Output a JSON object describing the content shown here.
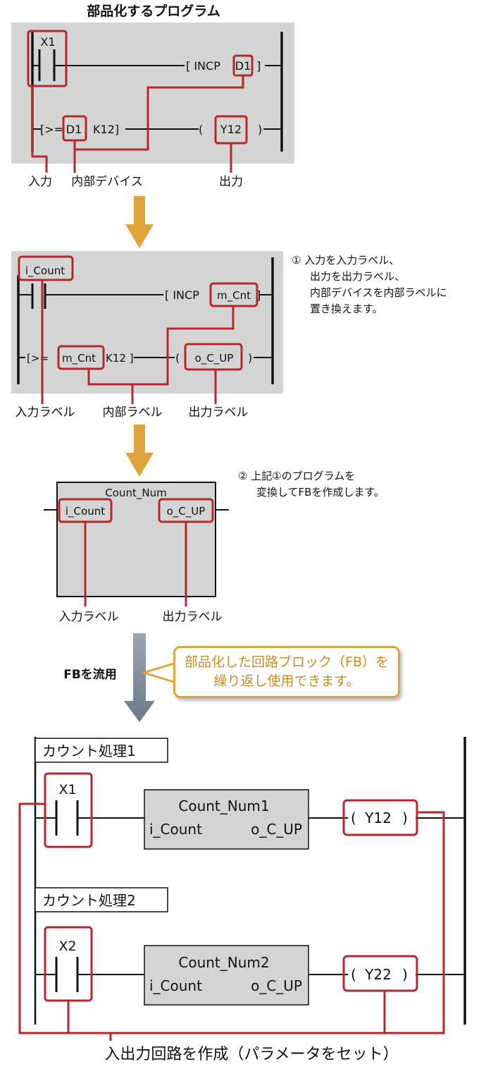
{
  "section1": {
    "title": "部品化するプログラム",
    "contact": "X1",
    "incp": "[ INCP",
    "incp_operand": "D1",
    "incp_close": "]",
    "cmp_open": "[>=",
    "cmp_operand": "D1",
    "cmp_const": "K12]",
    "coil_open": "(",
    "coil": "Y12",
    "coil_close": ")",
    "label_input": "入力",
    "label_internal": "内部デバイス",
    "label_output": "出力"
  },
  "section2": {
    "contact_label": "i_Count",
    "incp": "[ INCP",
    "incp_operand": "m_Cnt",
    "incp_close": "]",
    "cmp_open": "[>=",
    "cmp_operand": "m_Cnt",
    "cmp_const": "K12 ]",
    "coil_open": "(",
    "coil": "o_C_UP",
    "coil_close": ")",
    "label_input": "入力ラベル",
    "label_internal": "内部ラベル",
    "label_output": "出力ラベル",
    "note_lines": [
      "① 入力を入力ラベル、",
      "出力を出力ラベル、",
      "内部デバイスを内部ラベルに",
      "置き換えます。"
    ]
  },
  "section3": {
    "fb_name": "Count_Num",
    "fb_in": "i_Count",
    "fb_out": "o_C_UP",
    "label_input": "入力ラベル",
    "label_output": "出力ラベル",
    "note_lines": [
      "② 上記①のプログラムを",
      "変換してFBを作成します。"
    ]
  },
  "reuse": {
    "label": "FBを流用",
    "callout_lines": [
      "部品化した回路ブロック（FB）を",
      "繰り返し使用できます。"
    ]
  },
  "section4": {
    "blocks": [
      {
        "title": "カウント処理1",
        "contact": "X1",
        "fb_name": "Count_Num1",
        "fb_in": "i_Count",
        "fb_out": "o_C_UP",
        "coil": "Y12"
      },
      {
        "title": "カウント処理2",
        "contact": "X2",
        "fb_name": "Count_Num2",
        "fb_in": "i_Count",
        "fb_out": "o_C_UP",
        "coil": "Y22"
      }
    ],
    "coil_open": "(",
    "coil_close": ")",
    "caption": "入出力回路を作成（パラメータをセット）"
  },
  "colors": {
    "highlight": "#b5262d",
    "panel": "#d4d4d4",
    "arrow_orange": "#e0a53a",
    "arrow_gray": "#7c8c9c",
    "callout_text": "#c98a1e"
  }
}
